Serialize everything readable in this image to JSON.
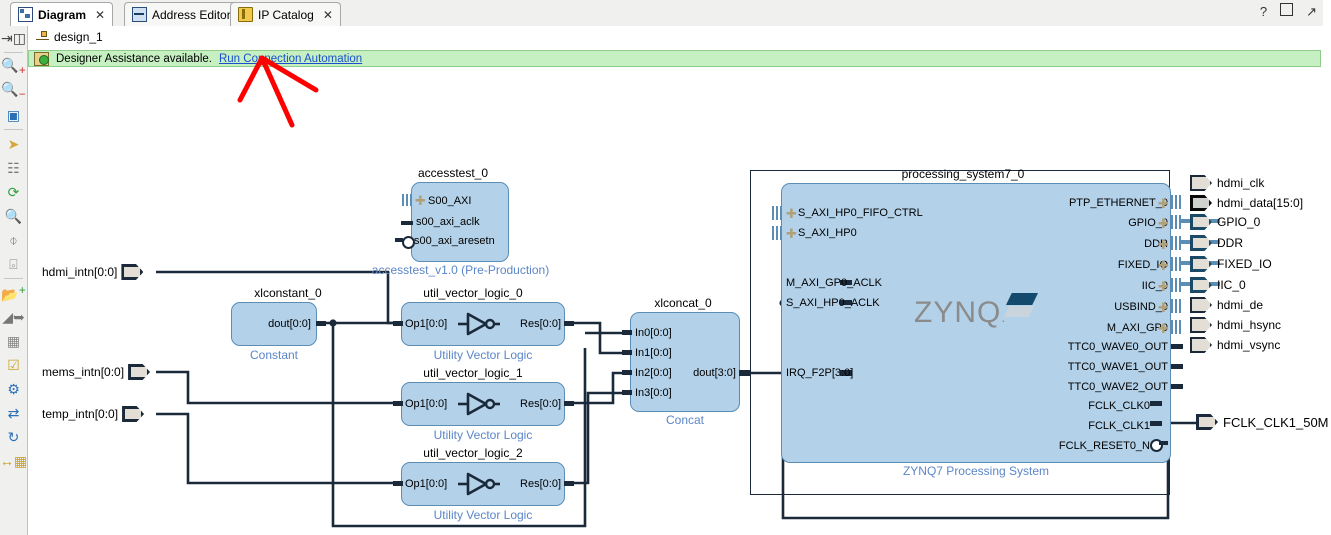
{
  "window": {
    "tabs": [
      {
        "label": "Diagram",
        "icon": "diagram-icon",
        "active": true,
        "close": "✕"
      },
      {
        "label": "Address Editor",
        "icon": "address-editor-icon",
        "active": false,
        "close": "✕"
      },
      {
        "label": "IP Catalog",
        "icon": "ip-catalog-icon",
        "active": false,
        "close": "✕"
      }
    ],
    "controls": {
      "help": "?",
      "maximize": "maximize-icon",
      "float": "↗"
    }
  },
  "breadcrumb": {
    "design": "design_1",
    "icon": "design-hierarchy-icon"
  },
  "banner": {
    "icon": "designer-assistance-icon",
    "message": "Designer Assistance available.",
    "link": "Run Connection Automation"
  },
  "left_toolbar": {
    "items": [
      {
        "name": "select-area-icon",
        "glyph": "⇥"
      },
      {
        "name": "zoom-in-icon",
        "glyph": "⌕"
      },
      {
        "name": "zoom-out-icon",
        "glyph": "⌕"
      },
      {
        "name": "zoom-fit-selection-icon",
        "glyph": "⌕"
      },
      {
        "name": "pointer-select-icon",
        "glyph": "➤"
      },
      {
        "name": "fit-to-window-icon",
        "glyph": "✥"
      },
      {
        "name": "regenerate-layout-icon",
        "glyph": "⟳"
      },
      {
        "name": "search-icon",
        "glyph": "⌕"
      },
      {
        "name": "collapse-all-icon",
        "glyph": "⤓"
      },
      {
        "name": "expand-all-icon",
        "glyph": "⤒"
      },
      {
        "name": "add-ip-icon",
        "glyph": "➕"
      },
      {
        "name": "add-module-icon",
        "glyph": "◢"
      },
      {
        "name": "hierarchy-icon",
        "glyph": "▦"
      },
      {
        "name": "validate-design-icon",
        "glyph": "✓"
      },
      {
        "name": "settings-icon",
        "glyph": "⚙"
      },
      {
        "name": "refresh-icon",
        "glyph": "⇄"
      },
      {
        "name": "reset-icon",
        "glyph": "↻"
      },
      {
        "name": "resize-icon",
        "glyph": "↔"
      }
    ]
  },
  "diagram": {
    "blocks": [
      {
        "id": "accesstest_0",
        "name": "accesstest_0",
        "subtitle": "accesstest_v1.0 (Pre-Production)",
        "inputs": [
          "S00_AXI",
          "s00_axi_aclk",
          "s00_axi_aresetn"
        ],
        "outputs": []
      },
      {
        "id": "xlconstant_0",
        "name": "xlconstant_0",
        "subtitle": "Constant",
        "inputs": [],
        "outputs": [
          "dout[0:0]"
        ]
      },
      {
        "id": "util_vector_logic_0",
        "name": "util_vector_logic_0",
        "subtitle": "Utility Vector Logic",
        "inputs": [
          "Op1[0:0]"
        ],
        "outputs": [
          "Res[0:0]"
        ]
      },
      {
        "id": "util_vector_logic_1",
        "name": "util_vector_logic_1",
        "subtitle": "Utility Vector Logic",
        "inputs": [
          "Op1[0:0]"
        ],
        "outputs": [
          "Res[0:0]"
        ]
      },
      {
        "id": "util_vector_logic_2",
        "name": "util_vector_logic_2",
        "subtitle": "Utility Vector Logic",
        "inputs": [
          "Op1[0:0]"
        ],
        "outputs": [
          "Res[0:0]"
        ]
      },
      {
        "id": "xlconcat_0",
        "name": "xlconcat_0",
        "subtitle": "Concat",
        "inputs": [
          "In0[0:0]",
          "In1[0:0]",
          "In2[0:0]",
          "In3[0:0]"
        ],
        "outputs": [
          "dout[3:0]"
        ]
      },
      {
        "id": "processing_system7_0",
        "name": "processing_system7_0",
        "subtitle": "ZYNQ7 Processing System",
        "logo": "ZYNQ",
        "inputs": [
          "S_AXI_HP0_FIFO_CTRL",
          "S_AXI_HP0",
          "M_AXI_GP0_ACLK",
          "S_AXI_HP0_ACLK",
          "IRQ_F2P[3:0]"
        ],
        "outputs": [
          "PTP_ETHERNET_0",
          "GPIO_0",
          "DDR",
          "FIXED_IO",
          "IIC_0",
          "USBIND_0",
          "M_AXI_GP0",
          "TTC0_WAVE0_OUT",
          "TTC0_WAVE1_OUT",
          "TTC0_WAVE2_OUT",
          "FCLK_CLK0",
          "FCLK_CLK1",
          "FCLK_RESET0_N"
        ]
      }
    ],
    "external_inputs": [
      {
        "label": "hdmi_intn[0:0]"
      },
      {
        "label": "mems_intn[0:0]"
      },
      {
        "label": "temp_intn[0:0]"
      }
    ],
    "external_outputs": [
      {
        "label": "hdmi_clk",
        "connected": false
      },
      {
        "label": "hdmi_data[15:0]",
        "connected": false
      },
      {
        "label": "GPIO_0",
        "connected": true
      },
      {
        "label": "DDR",
        "connected": true
      },
      {
        "label": "FIXED_IO",
        "connected": true
      },
      {
        "label": "IIC_0",
        "connected": true
      },
      {
        "label": "hdmi_de",
        "connected": false
      },
      {
        "label": "hdmi_hsync",
        "connected": false
      },
      {
        "label": "hdmi_vsync",
        "connected": false
      },
      {
        "label": "FCLK_CLK1_50M",
        "connected": true
      }
    ]
  },
  "colors": {
    "block_fill": "#b3d1e8",
    "block_border": "#5b8db5",
    "subtitle": "#5b86c8",
    "wire": "#1b2a3a",
    "banner_bg": "#c6f0c2",
    "link": "#1a4fd0",
    "annotation": "#ff0000",
    "port_fill": "#e3ded5"
  }
}
